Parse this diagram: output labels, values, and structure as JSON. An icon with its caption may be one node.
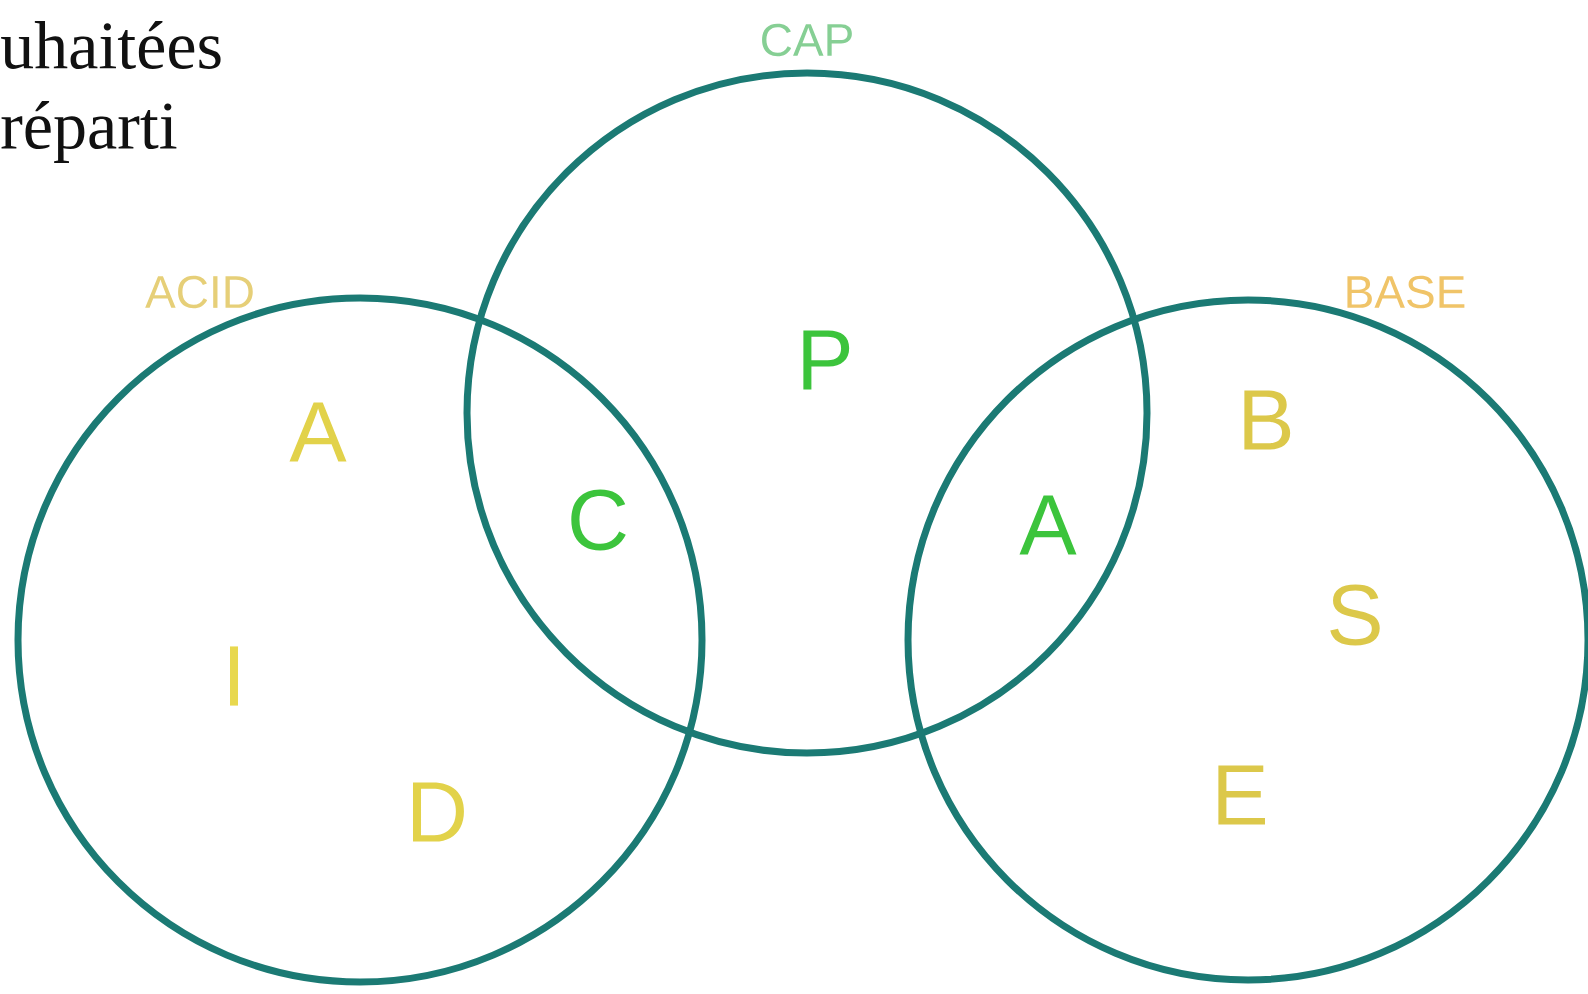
{
  "diagram": {
    "nodes": [
      {
        "text": [
          "ACID"
        ]
      },
      {
        "text": [
          "CAP"
        ]
      },
      {
        "text": [
          "BASE"
        ]
      }
    ],
    "labels": [
      "uhaitées",
      "réparti",
      "A",
      "I",
      "D",
      "C",
      "P",
      "A",
      "B",
      "S",
      "E"
    ]
  }
}
